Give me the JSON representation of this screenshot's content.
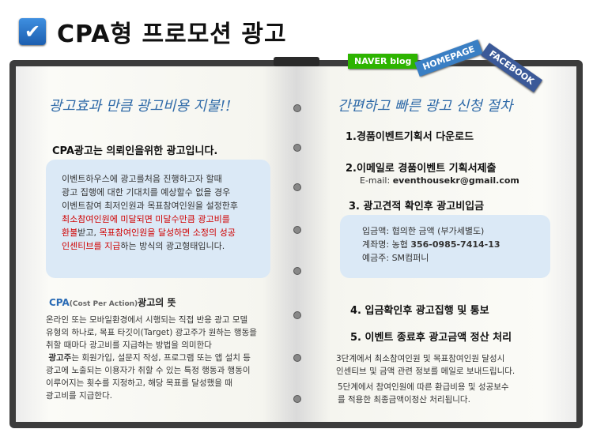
{
  "title": "CPA형 프로모션 광고",
  "tags": {
    "naver": "NAVER blog",
    "homepage": "HOMEPAGE",
    "facebook": "FACEBOOK"
  },
  "left": {
    "script_title": "광고효과 만큼 광고비용 지불!!",
    "intro": "CPA광고는 의뢰인을위한 광고입니다.",
    "bubble_lines": [
      "이벤트하우스에 광고를처음 진행하고자 할때",
      "광고 집행에 대한 기대치를 예상할수 없을 경우",
      "이벤트참여 최저인원과 목표참여인원을 설정한후"
    ],
    "bubble_red1": "최소참여인원에 미달되면 미달수만큼 광고비를",
    "bubble_line4_red": "환불",
    "bubble_line4_mid": "받고, ",
    "bubble_line4_red2": "목표참여인원을 달성하면 소정의 성공",
    "bubble_line5_red": "인센티브를 지급",
    "bubble_line5_rest": "하는 방식의 광고형태입니다.",
    "meaning_cpa": "CPA",
    "meaning_sub": "(Cost Per Action)",
    "meaning_title": "광고의 뜻",
    "meaning_lines": [
      "온라인 또는 모바일환경에서 시행되는 직접 반응 광고 모델",
      "유형의 하나로, 목표 타깃이(Target) 광고주가 원하는 행동을",
      "취할 때마다 광고비를 지급하는 방법을 의미한다"
    ],
    "meaning_bold": "광고주",
    "meaning_bold_rest": "는 회원가입, 설문지 작성, 프로그램 또는 앱 설치 등",
    "meaning_lines2": [
      "광고에 노출되는 이용자가 취할 수 있는 특정 행동과 행동이",
      "이루어지는 횟수를 지정하고, 해당 목표를 달성했을 때",
      "광고비를 지급한다."
    ]
  },
  "right": {
    "script_title": "간편하고 빠른 광고 신청 절차",
    "step1": "1.경품이벤트기획서 다운로드",
    "step2": "2.이메일로 경품이벤트 기획서제출",
    "email_label": "E-mail:",
    "email": "eventhousekr@gmail.com",
    "step3": "3. 광고견적 확인후    광고비입금",
    "bank": {
      "amount_label": "입금액:",
      "amount": "협의한 금액 (부가세별도)",
      "account_label": "계좌명:",
      "bank_name": "농협",
      "account": "356-0985-7414-13",
      "holder_label": "예금주:",
      "holder": "SM컴퍼니"
    },
    "step4": "4. 입금확인후 광고집행 및 통보",
    "step5": "5. 이벤트 종료후 광고금액 정산 처리",
    "note1": [
      "3단계에서 최소참여인원 및 목표참여인원 달성시",
      "인센티브 및 금액 관련 정보를 메일로 보내드립니다."
    ],
    "note2": [
      "5단계에서 참여인원에 따른  환급비용 및 성공보수",
      "를 적용한 최종금액이정산 처리됩니다."
    ]
  },
  "colors": {
    "accent": "#2f6aa8",
    "red": "#d00000",
    "bubble": "#dbe9f6",
    "naver": "#2db400",
    "homepage": "#3a7fc4",
    "facebook": "#3b5998"
  }
}
